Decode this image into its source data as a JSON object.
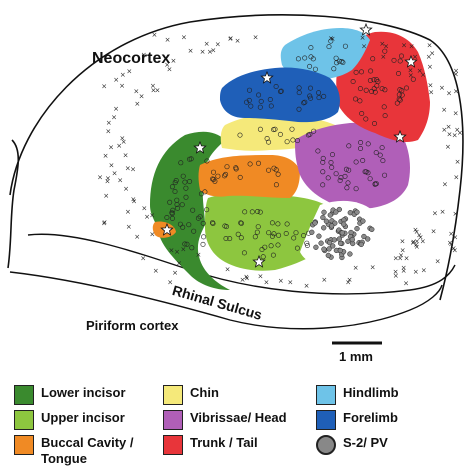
{
  "labels": {
    "neocortex": "Neocortex",
    "rhinal_sulcus": "Rhinal Sulcus",
    "piriform_cortex": "Piriform cortex",
    "scale_bar": "1 mm"
  },
  "legend": [
    {
      "label": "Lower incisor",
      "color": "#3a8a2e"
    },
    {
      "label": "Upper incisor",
      "color": "#8dc63f"
    },
    {
      "label": "Buccal Cavity /\nTongue",
      "color": "#f08a24"
    },
    {
      "label": "Chin",
      "color": "#f5e97a"
    },
    {
      "label": "Vibrissae/ Head",
      "color": "#b05fb8"
    },
    {
      "label": "Trunk / Tail",
      "color": "#e8353a"
    },
    {
      "label": "Hindlimb",
      "color": "#6ec3e8"
    },
    {
      "label": "Forelimb",
      "color": "#1f5fb8"
    },
    {
      "label": "S-2/ PV",
      "color": "#8a8a8a",
      "marker": "circle"
    }
  ]
}
